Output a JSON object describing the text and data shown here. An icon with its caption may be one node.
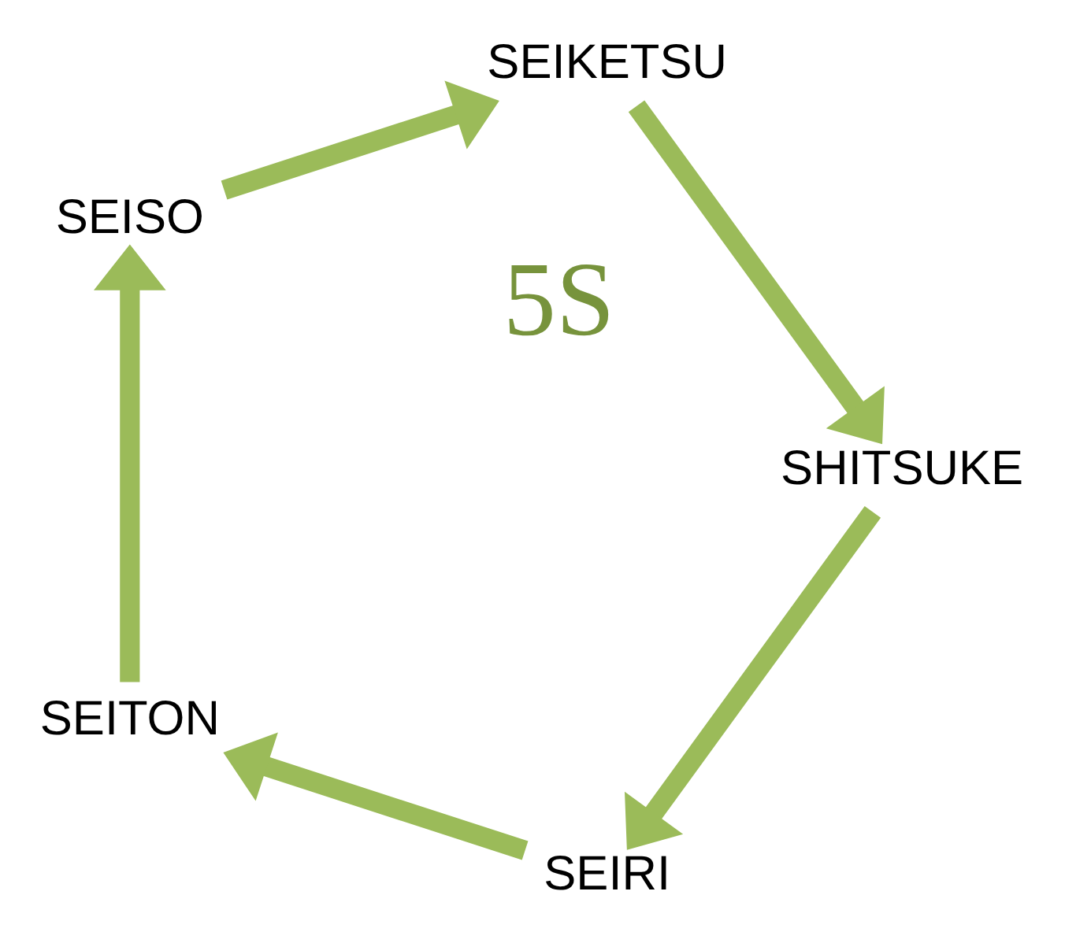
{
  "diagram": {
    "nodes": [
      {
        "text": [
          "SEIRI"
        ]
      },
      {
        "text": [
          "SEITON"
        ]
      },
      {
        "text": [
          "SEISO"
        ]
      },
      {
        "text": [
          "SEIKETSU"
        ]
      },
      {
        "text": [
          "SHITSUKE"
        ]
      }
    ],
    "edges": [
      {
        "from": 4,
        "to": 0,
        "arrow": "to"
      },
      {
        "from": 0,
        "to": 1,
        "arrow": "to"
      },
      {
        "from": 1,
        "to": 2,
        "arrow": "to"
      },
      {
        "from": 2,
        "to": 3,
        "arrow": "to"
      },
      {
        "from": 3,
        "to": 4,
        "arrow": "to"
      }
    ],
    "labels": [
      "5S"
    ]
  }
}
